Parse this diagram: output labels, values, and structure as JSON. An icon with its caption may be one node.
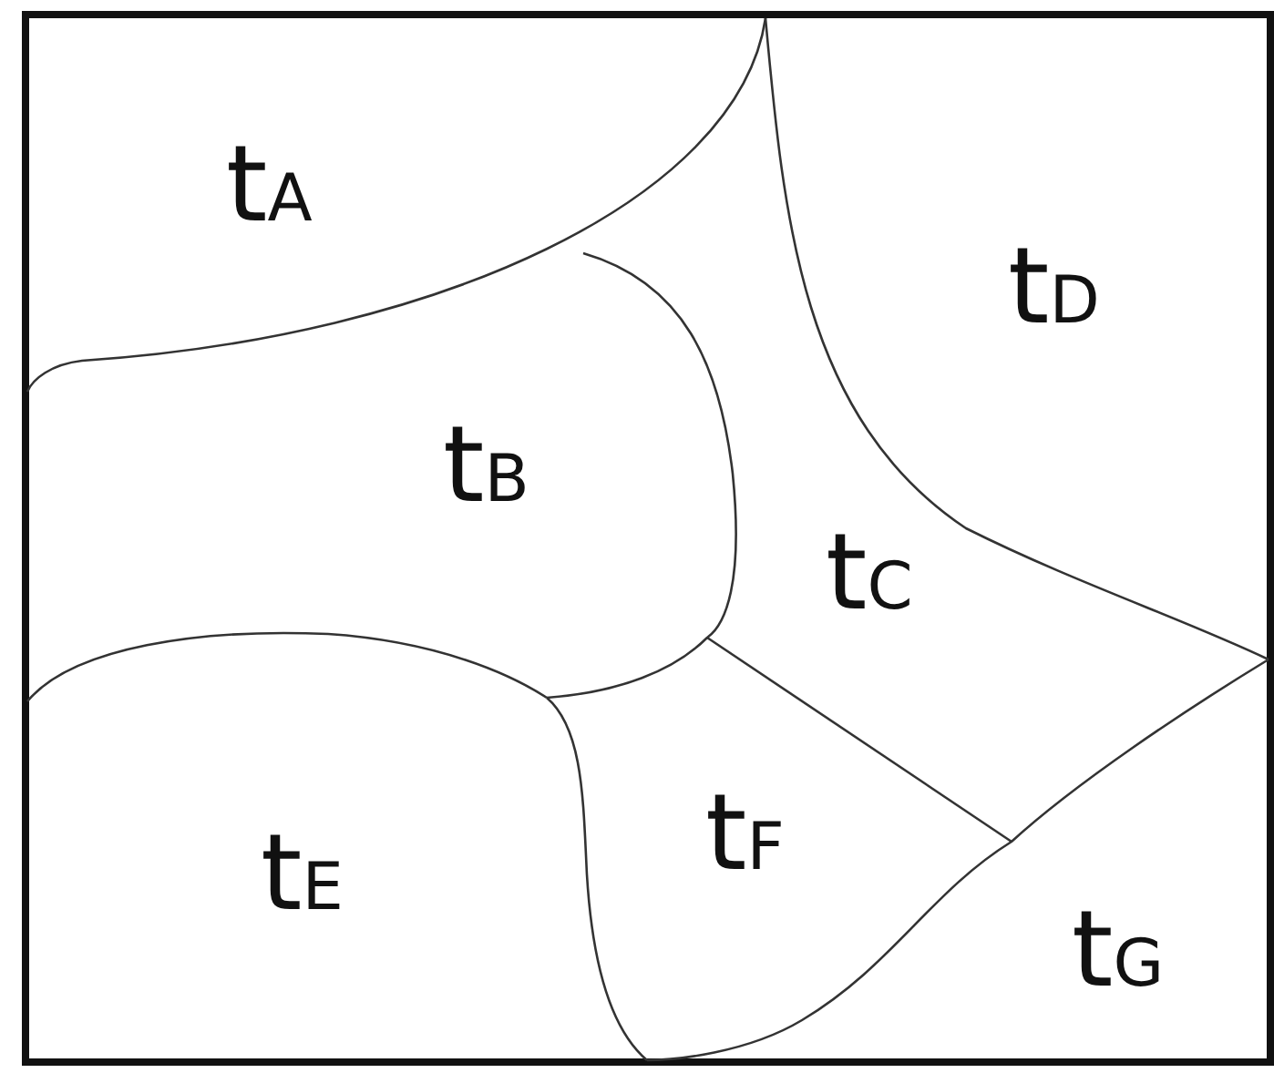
{
  "diagram": {
    "labels": [
      "t$_{A}$",
      "t$_{D}$",
      "t$_{B}$",
      "t$_{C}$",
      "t$_{E}$",
      "t$_{F}$",
      "t$_{G}$"
    ]
  }
}
